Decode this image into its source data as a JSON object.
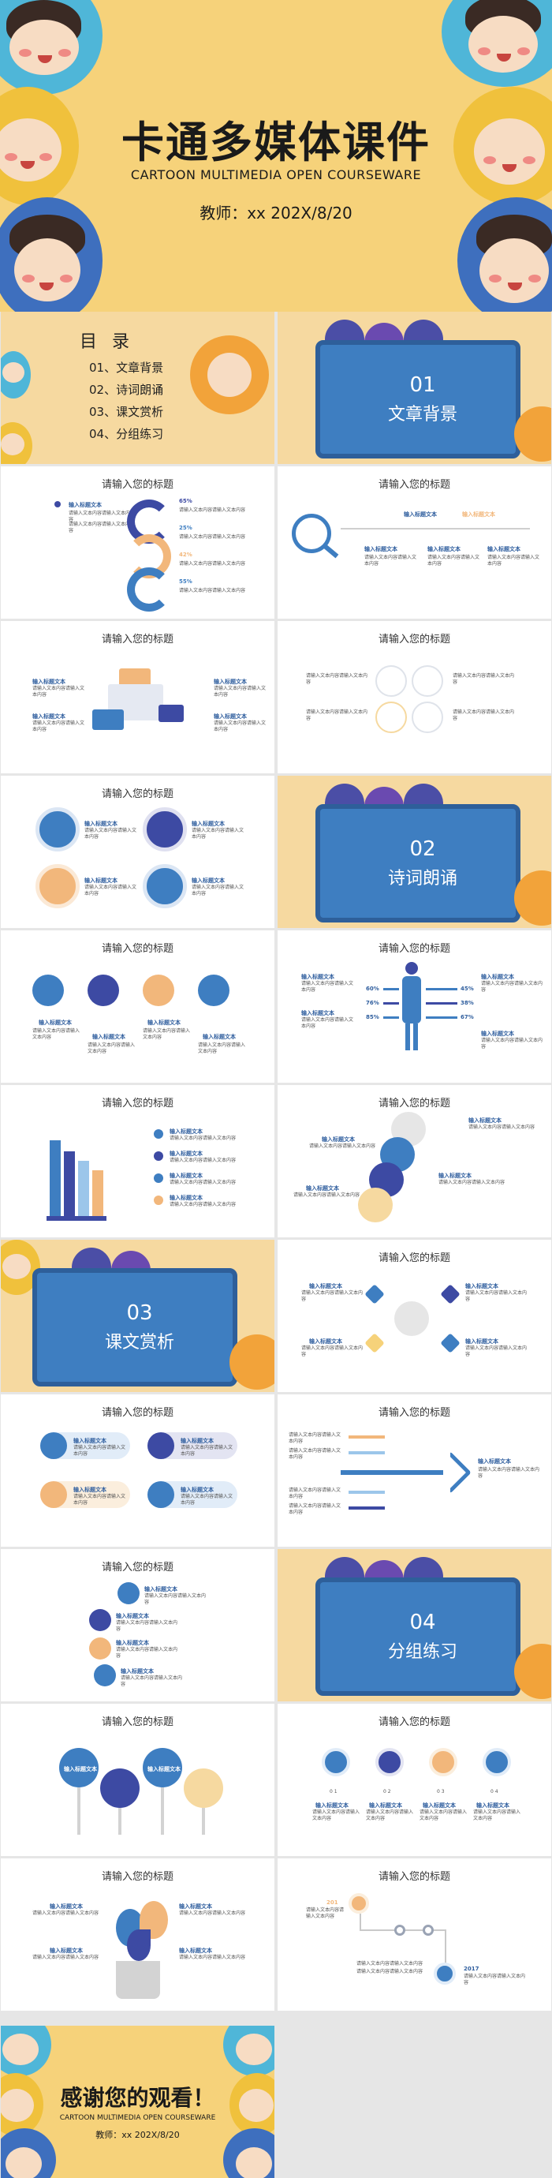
{
  "cover": {
    "title": "卡通多媒体课件",
    "subtitle": "CARTOON MULTIMEDIA OPEN COURSEWARE",
    "teacher": "教师：xx   202X/8/20"
  },
  "toc": {
    "heading": "目 录",
    "items": [
      "01、文章背景",
      "02、诗词朗诵",
      "03、课文赏析",
      "04、分组练习"
    ]
  },
  "sections": [
    {
      "num": "01",
      "name": "文章背景"
    },
    {
      "num": "02",
      "name": "诗词朗诵"
    },
    {
      "num": "03",
      "name": "课文赏析"
    },
    {
      "num": "04",
      "name": "分组练习"
    }
  ],
  "slide_title": "请输入您的标题",
  "placeholder": {
    "label": "输入标题文本",
    "body": "请输入文本内容请输入文本内容",
    "percents_a": [
      "65%",
      "25%",
      "42%",
      "55%"
    ],
    "percents_b": [
      "60%",
      "76%",
      "85%",
      "45%",
      "38%",
      "67%"
    ],
    "steps": [
      "0 1",
      "0 2",
      "0 3",
      "0 4"
    ],
    "years": [
      "201",
      "2017"
    ]
  },
  "thanks": {
    "title": "感谢您的观看！",
    "subtitle": "CARTOON MULTIMEDIA OPEN COURSEWARE",
    "teacher": "教师：xx   202X/8/20"
  },
  "colors": {
    "blue": "#3e7ec1",
    "navy": "#3d4aa3",
    "orange": "#f2b77b",
    "yellow": "#f6d27a",
    "lightblue": "#9cc6ea"
  }
}
